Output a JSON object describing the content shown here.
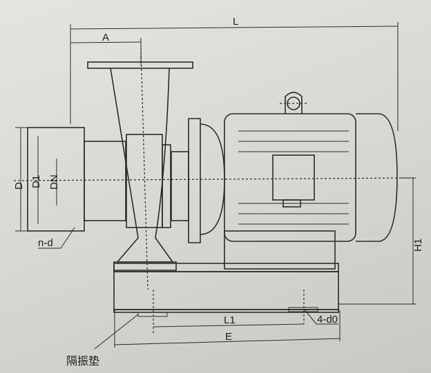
{
  "labels": {
    "L": "L",
    "A": "A",
    "D": "D",
    "D1": "D1",
    "DN": "DN",
    "n_d": "n-d",
    "H1": "H1",
    "L1": "L1",
    "E": "E",
    "bolt_holes": "4-d0",
    "pad_cn": "隔振垫"
  }
}
